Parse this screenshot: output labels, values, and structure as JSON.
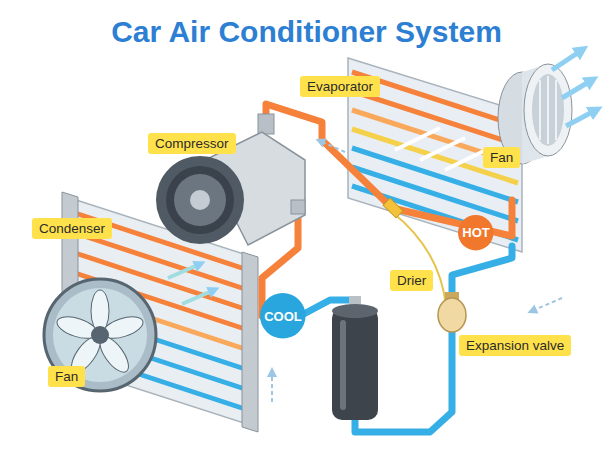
{
  "diagram": {
    "title": "Car Air Conditioner System",
    "nodes": [
      {
        "text": [
          "Evaporator"
        ]
      },
      {
        "text": [
          "Compressor"
        ]
      },
      {
        "text": [
          "Fan"
        ]
      },
      {
        "text": [
          "Condenser"
        ]
      },
      {
        "text": [
          "HOT"
        ]
      },
      {
        "text": [
          "Drier"
        ]
      },
      {
        "text": [
          "COOL"
        ]
      },
      {
        "text": [
          "Expansion valve"
        ]
      },
      {
        "text": [
          "Fan"
        ]
      }
    ]
  }
}
